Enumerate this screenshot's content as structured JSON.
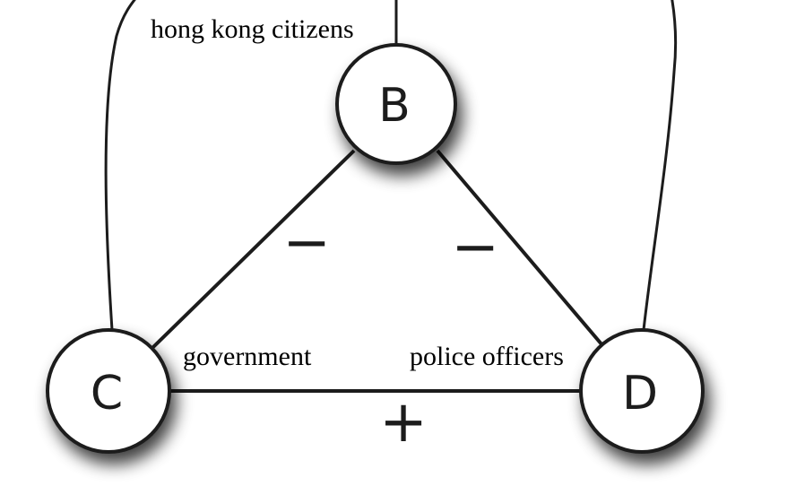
{
  "nodes": {
    "b": {
      "letter": "B",
      "label": "hong kong citizens"
    },
    "c": {
      "letter": "C",
      "label": "government"
    },
    "d": {
      "letter": "D",
      "label": "police officers"
    }
  },
  "edges": {
    "b_c": {
      "sign": "−"
    },
    "b_d": {
      "sign": "−"
    },
    "c_d": {
      "sign": "+"
    }
  },
  "colors": {
    "stroke": "#1c1c1c",
    "node_fill": "#ffffff"
  }
}
